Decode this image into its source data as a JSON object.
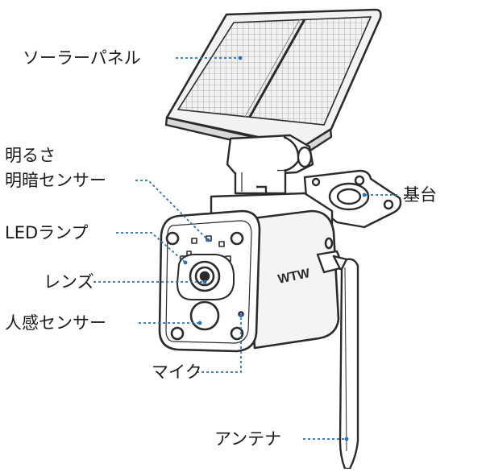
{
  "labels": {
    "solar_panel": "ソーラーパネル",
    "brightness_line1": "明るさ",
    "brightness_line2": "明暗センサー",
    "led_lamp": "LEDランプ",
    "lens": "レンズ",
    "motion_sensor": "人感センサー",
    "microphone": "マイク",
    "base": "基台",
    "antenna": "アンテナ"
  },
  "brand": "WTW",
  "colors": {
    "outline": "#2b2b2b",
    "leader": "#2f6fb5",
    "body_fill": "#ffffff",
    "panel_fill": "#e9e9e9"
  }
}
